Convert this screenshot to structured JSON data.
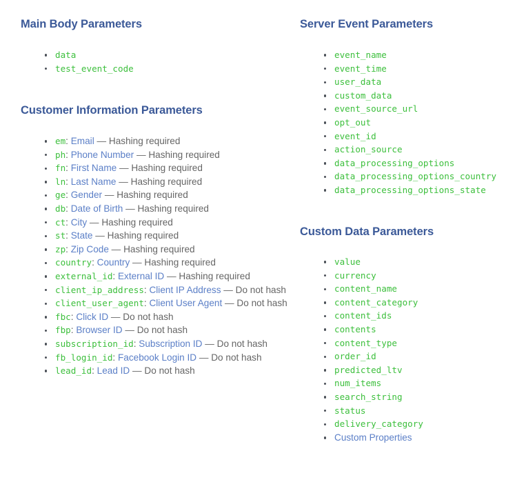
{
  "sections": {
    "main_body": {
      "heading": "Main Body Parameters",
      "items": [
        {
          "code": "data"
        },
        {
          "code": "test_event_code"
        }
      ]
    },
    "customer_information": {
      "heading": "Customer Information Parameters",
      "items": [
        {
          "code": "em",
          "link": "Email",
          "dash": "—",
          "desc": "Hashing required"
        },
        {
          "code": "ph",
          "link": "Phone Number",
          "dash": "—",
          "desc": "Hashing required"
        },
        {
          "code": "fn",
          "link": "First Name",
          "dash": "—",
          "desc": "Hashing required"
        },
        {
          "code": "ln",
          "link": "Last Name",
          "dash": "—",
          "desc": "Hashing required"
        },
        {
          "code": "ge",
          "link": "Gender",
          "dash": "—",
          "desc": "Hashing required"
        },
        {
          "code": "db",
          "link": "Date of Birth",
          "dash": "—",
          "desc": "Hashing required"
        },
        {
          "code": "ct",
          "link": "City",
          "dash": "—",
          "desc": "Hashing required"
        },
        {
          "code": "st",
          "link": "State",
          "dash": "—",
          "desc": "Hashing required"
        },
        {
          "code": "zp",
          "link": "Zip Code",
          "dash": "—",
          "desc": "Hashing required"
        },
        {
          "code": "country",
          "link": "Country",
          "dash": "—",
          "desc": "Hashing required"
        },
        {
          "code": "external_id",
          "link": "External ID",
          "dash": "—",
          "desc": "Hashing required"
        },
        {
          "code": "client_ip_address",
          "link": "Client IP Address",
          "dash": "—",
          "desc": "Do not hash"
        },
        {
          "code": "client_user_agent",
          "link": "Client User Agent",
          "dash": "—",
          "desc": "Do not hash"
        },
        {
          "code": "fbc",
          "link": "Click ID",
          "dash": "—",
          "desc": "Do not hash"
        },
        {
          "code": "fbp",
          "link": "Browser ID",
          "dash": "—",
          "desc": "Do not hash"
        },
        {
          "code": "subscription_id",
          "link": "Subscription ID",
          "dash": "—",
          "desc": "Do not hash"
        },
        {
          "code": "fb_login_id",
          "link": "Facebook Login ID",
          "dash": "—",
          "desc": "Do not hash"
        },
        {
          "code": "lead_id",
          "link": "Lead ID",
          "dash": "—",
          "desc": "Do not hash"
        }
      ]
    },
    "server_event": {
      "heading": "Server Event Parameters",
      "items": [
        {
          "code": "event_name"
        },
        {
          "code": "event_time"
        },
        {
          "code": "user_data"
        },
        {
          "code": "custom_data"
        },
        {
          "code": "event_source_url"
        },
        {
          "code": "opt_out"
        },
        {
          "code": "event_id"
        },
        {
          "code": "action_source"
        },
        {
          "code": "data_processing_options"
        },
        {
          "code": "data_processing_options_country"
        },
        {
          "code": "data_processing_options_state"
        }
      ]
    },
    "custom_data": {
      "heading": "Custom Data Parameters",
      "items": [
        {
          "code": "value"
        },
        {
          "code": "currency"
        },
        {
          "code": "content_name"
        },
        {
          "code": "content_category"
        },
        {
          "code": "content_ids"
        },
        {
          "code": "contents"
        },
        {
          "code": "content_type"
        },
        {
          "code": "order_id"
        },
        {
          "code": "predicted_ltv"
        },
        {
          "code": "num_items"
        },
        {
          "code": "search_string"
        },
        {
          "code": "status"
        },
        {
          "code": "delivery_category"
        },
        {
          "link": "Custom Properties"
        }
      ]
    }
  },
  "colors": {
    "heading_blue": "#3b5998",
    "code_green": "#3cbf3c",
    "link_blue": "#5b7fc7",
    "body_gray": "#5b5b5b",
    "bullet": "#4a4f57",
    "background": "#ffffff"
  }
}
